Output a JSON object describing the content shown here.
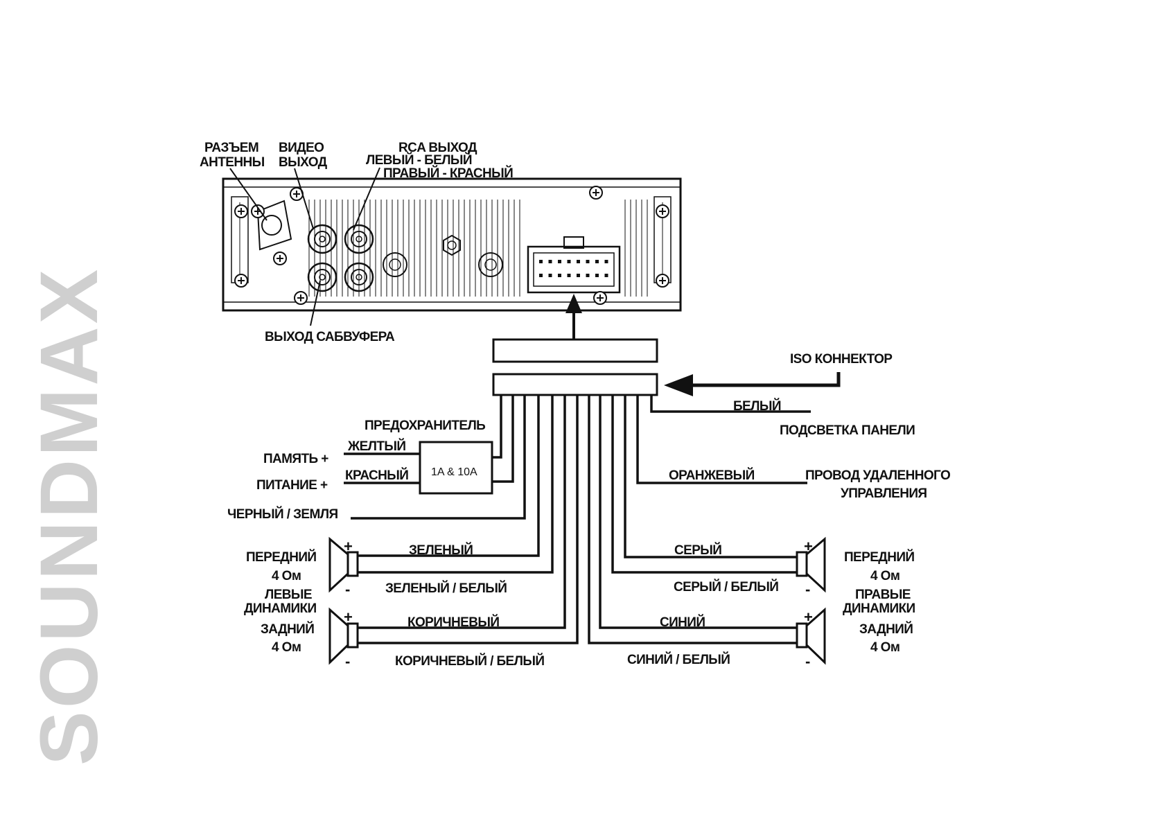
{
  "brand": "SOUNDMAX",
  "unit_labels": {
    "antenna_1": "РАЗЪЕМ",
    "antenna_2": "АНТЕННЫ",
    "video_1": "ВИДЕО",
    "video_2": "ВЫХОД",
    "rca_1": "RCA ВЫХОД",
    "rca_2": "ЛЕВЫЙ - БЕЛЫЙ",
    "rca_3": "ПРАВЫЙ - КРАСНЫЙ",
    "subwoofer": "ВЫХОД САБВУФЕРА"
  },
  "iso": "ISO КОННЕКТОР",
  "wires": {
    "white": "БЕЛЫЙ",
    "illumination": "ПОДСВЕТКА ПАНЕЛИ",
    "fuse_title": "ПРЕДОХРАНИТЕЛЬ",
    "yellow": "ЖЕЛТЫЙ",
    "red": "КРАСНЫЙ",
    "memory": "ПАМЯТЬ +",
    "power": "ПИТАНИЕ +",
    "fuse_value": "1A & 10A",
    "black": "ЧЕРНЫЙ / ЗЕМЛЯ",
    "orange": "ОРАНЖЕВЫЙ",
    "remote_1": "ПРОВОД УДАЛЕННОГО",
    "remote_2": "УПРАВЛЕНИЯ",
    "green": "ЗЕЛЕНЫЙ",
    "green_white": "ЗЕЛЕНЫЙ / БЕЛЫЙ",
    "brown": "КОРИЧНЕВЫЙ",
    "brown_white": "КОРИЧНЕВЫЙ / БЕЛЫЙ",
    "gray": "СЕРЫЙ",
    "gray_white": "СЕРЫЙ / БЕЛЫЙ",
    "blue": "СИНИЙ",
    "blue_white": "СИНИЙ / БЕЛЫЙ"
  },
  "speakers": {
    "front": "ПЕРЕДНИЙ",
    "rear": "ЗАДНИЙ",
    "ohm": "4 Ом",
    "left_1": "ЛЕВЫЕ",
    "left_2": "ДИНАМИКИ",
    "right_1": "ПРАВЫЕ",
    "right_2": "ДИНАМИКИ",
    "plus": "+",
    "minus": "-"
  }
}
